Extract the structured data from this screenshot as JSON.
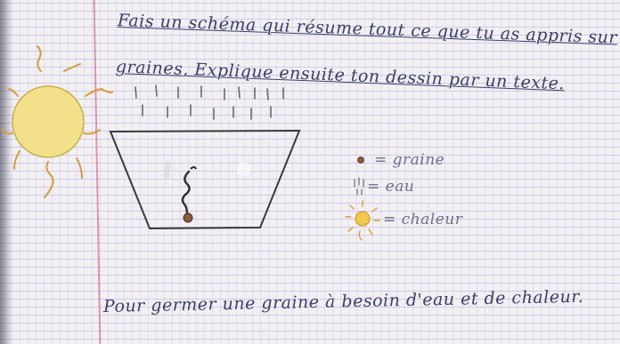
{
  "title_line1": "Fais un schéma qui résume tout ce que tu as appris sur",
  "title_line2": "graines, Explique ensuite ton dessin par un texte.",
  "legend": {
    "seed": "= graine",
    "water": "= eau",
    "heat": "= chaleur"
  },
  "conclusion": "Pour germer une graine à besoin d'eau et de chaleur.",
  "colors": {
    "ink": "#3a3f6a",
    "pencil": "#4a4a4a",
    "sun_fill": "#f3e08a",
    "sun_ray": "#d89a3a",
    "seed": "#8a5a3a"
  }
}
